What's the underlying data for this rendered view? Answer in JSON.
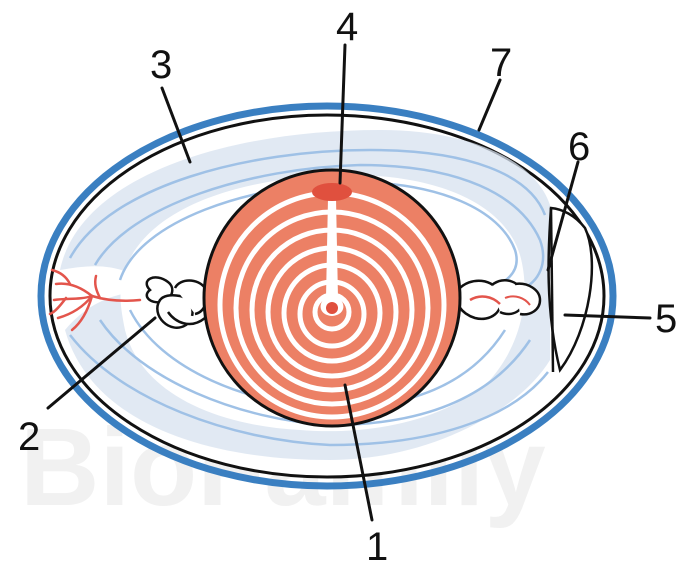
{
  "diagram": {
    "labels": [
      {
        "id": "label-1",
        "text": "1"
      },
      {
        "id": "label-2",
        "text": "2"
      },
      {
        "id": "label-3",
        "text": "3"
      },
      {
        "id": "label-4",
        "text": "4"
      },
      {
        "id": "label-5",
        "text": "5"
      },
      {
        "id": "label-6",
        "text": "6"
      },
      {
        "id": "label-7",
        "text": "7"
      }
    ],
    "watermark": "BioFamily",
    "colors": {
      "shell": "#3a7fc1",
      "membrane": "#111111",
      "albumen_fill": "#d7e2ef",
      "albumen_lines": "#9fc1e6",
      "yolk": "#ec8065",
      "yolk_center": "#e0503e",
      "vessels": "#e3554c"
    }
  }
}
